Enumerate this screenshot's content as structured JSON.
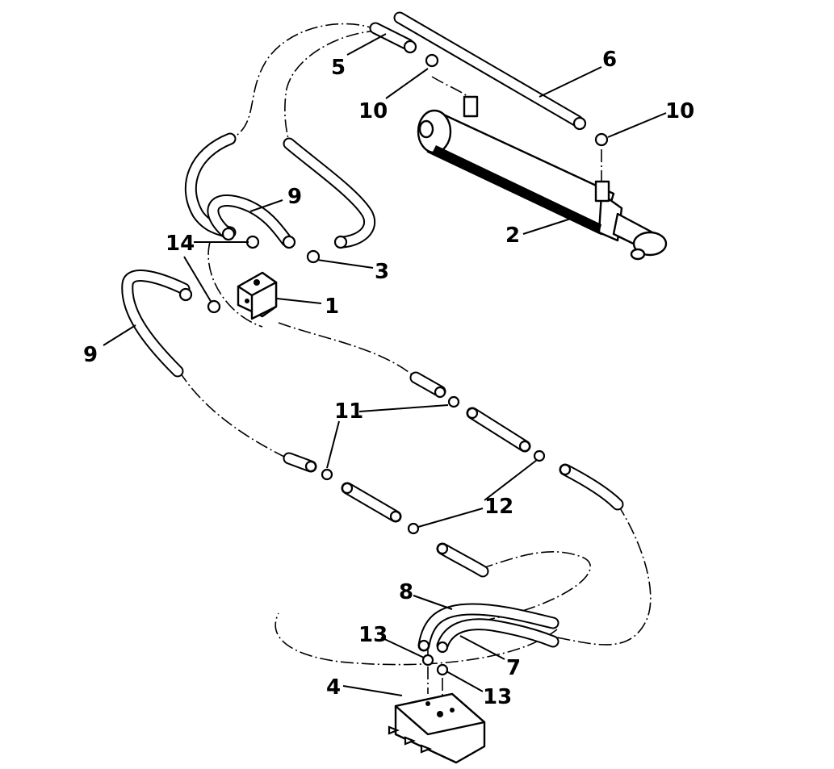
{
  "diagram": {
    "labels": {
      "l1": "1",
      "l2": "2",
      "l3": "3",
      "l4": "4",
      "l5": "5",
      "l6": "6",
      "l7": "7",
      "l8": "8",
      "l9a": "9",
      "l9b": "9",
      "l10a": "10",
      "l10b": "10",
      "l11": "11",
      "l12": "12",
      "l13a": "13",
      "l13b": "13",
      "l14": "14"
    }
  }
}
